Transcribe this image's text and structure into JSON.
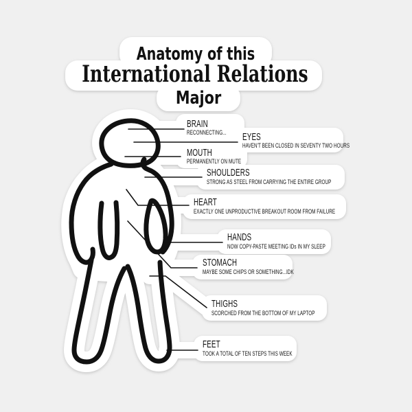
{
  "title": {
    "line1": "Anatomy of this",
    "line2": "International Relations",
    "line3": "Major"
  },
  "labels": [
    {
      "part": "brain",
      "name": "BRAIN",
      "desc": "RECONNECTING..."
    },
    {
      "part": "eyes",
      "name": "EYES",
      "desc": "HAVEN'T BEEN CLOSED IN SEVENTY TWO HOURS"
    },
    {
      "part": "mouth",
      "name": "MOUTH",
      "desc": "PERMANENTLY ON MUTE"
    },
    {
      "part": "shoulders",
      "name": "SHOULDERS",
      "desc": "STRONG AS STEEL FROM CARRYING THE ENTIRE GROUP"
    },
    {
      "part": "heart",
      "name": "HEART",
      "desc": "EXACTLY ONE UNPRODUCTIVE BREAKOUT ROOM FROM FAILURE"
    },
    {
      "part": "hands",
      "name": "HANDS",
      "desc": "NOW COPY-PASTE MEETING IDs IN MY SLEEP"
    },
    {
      "part": "stomach",
      "name": "STOMACH",
      "desc": "MAYBE SOME CHIPS OR SOMETHING...IDK"
    },
    {
      "part": "thighs",
      "name": "THIGHS",
      "desc": "SCORCHED FROM THE BOTTOM OF MY LAPTOP"
    },
    {
      "part": "feet",
      "name": "FEET",
      "desc": "TOOK A TOTAL OF TEN STEPS THIS WEEK"
    }
  ],
  "colors": {
    "background": "#f0f0f0",
    "sticker": "#ffffff",
    "ink": "#111111",
    "shadow": "#bdbdbd"
  }
}
